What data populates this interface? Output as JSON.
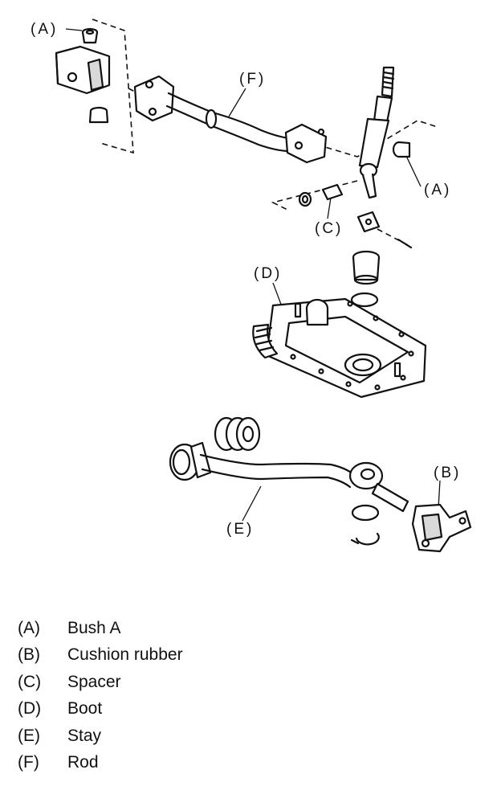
{
  "callouts": {
    "a_top": "(A)",
    "a_right": "(A)",
    "b": "(B)",
    "c": "(C)",
    "d": "(D)",
    "e": "(E)",
    "f": "(F)"
  },
  "legend": [
    {
      "key": "(A)",
      "label": "Bush A"
    },
    {
      "key": "(B)",
      "label": "Cushion rubber"
    },
    {
      "key": "(C)",
      "label": "Spacer"
    },
    {
      "key": "(D)",
      "label": "Boot"
    },
    {
      "key": "(E)",
      "label": "Stay"
    },
    {
      "key": "(F)",
      "label": "Rod"
    }
  ]
}
